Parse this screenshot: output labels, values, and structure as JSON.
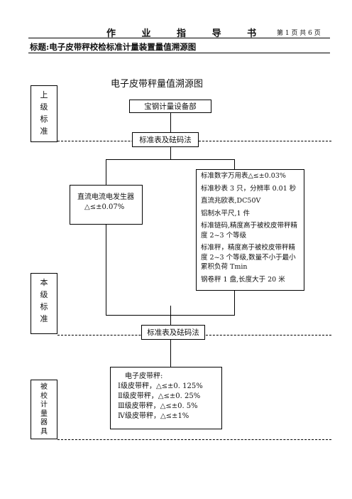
{
  "header": {
    "title": "作 业 指 导 书",
    "page_info": "第 1 页 共 6 页",
    "subject": "标题:电子皮带秤校检标准计量装置量值溯源图"
  },
  "diagram": {
    "title": "电子皮带秤量值溯源图",
    "levels": {
      "upper": "上级标准",
      "this": "本级标准",
      "calibrated": "被校计量器具"
    },
    "top_node": "宝钢计量设备部",
    "method1": "标准表及砝码法",
    "dc_source": {
      "name": "直流电流电发生器",
      "accuracy": "△≤±0.07%"
    },
    "standard_list": [
      "标准数字万用表△≤±0.03%",
      "标准秒表 3 只，分辨率 0.01 秒",
      "直流兆欧表,DC50V",
      "铝制水平尺,1 件",
      "标准链码,精度高于被校皮带秤精度 2~3 个等级",
      "标准秤，精度高于被校皮带秤精度 2~3 个等级,数量不小于最小累积负荷 Tmin",
      "钢卷秤 1 盘,长度大于 20 米"
    ],
    "method2": "标准表及砝码法",
    "device": {
      "title": "电子皮带秤:",
      "grades": [
        "Ⅰ级皮带秤，△≤±0. 125%",
        "Ⅱ级皮带秤，△≤±0. 25%",
        "Ⅲ级皮带秤，△≤±0. 5%",
        "Ⅳ级皮带秤，△≤±1%"
      ]
    }
  }
}
